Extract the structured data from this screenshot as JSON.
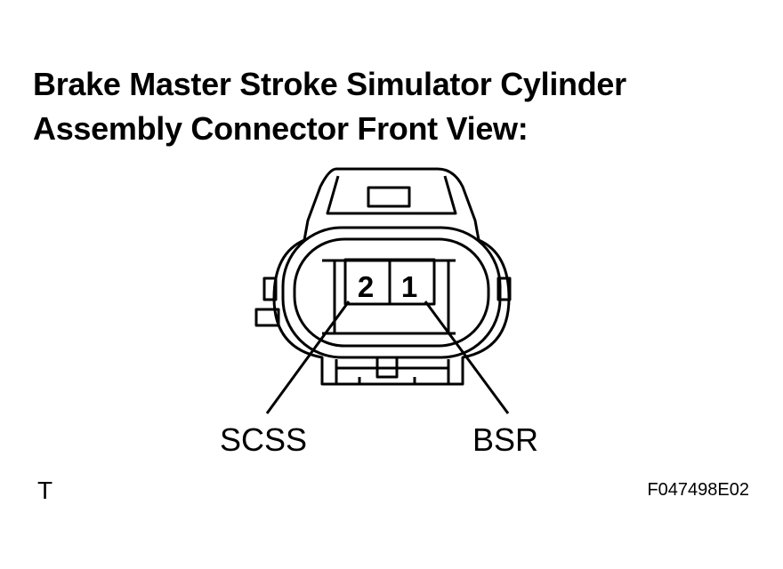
{
  "title": {
    "line1": "Brake Master Stroke Simulator Cylinder",
    "line2": "Assembly Connector Front View:"
  },
  "connector": {
    "pins": [
      {
        "number": "2",
        "signal": "SCSS"
      },
      {
        "number": "1",
        "signal": "BSR"
      }
    ]
  },
  "footer": {
    "left_code": "T",
    "figure_id": "F047498E02"
  }
}
